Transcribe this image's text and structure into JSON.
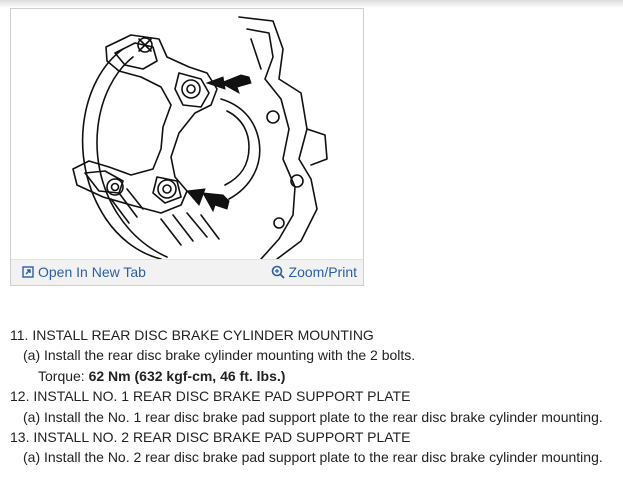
{
  "figure": {
    "open_tab_label": "Open In New Tab",
    "open_tab_icon": "open-in-new-tab-icon",
    "zoom_label": "Zoom/Print",
    "zoom_icon": "magnifier-icon",
    "link_color": "#2a5fa8"
  },
  "instructions": {
    "step11": {
      "title": "11. INSTALL REAR DISC BRAKE CYLINDER MOUNTING",
      "sub_a": "(a) Install the rear disc brake cylinder mounting with the 2 bolts.",
      "torque_label": "Torque: ",
      "torque_value": "62 Nm (632 kgf-cm, 46 ft. lbs.)"
    },
    "step12": {
      "title": "12. INSTALL NO. 1 REAR DISC BRAKE PAD SUPPORT PLATE",
      "sub_a": "(a) Install the No. 1 rear disc brake pad support plate to the rear disc brake cylinder mounting."
    },
    "step13": {
      "title": "13. INSTALL NO. 2 REAR DISC BRAKE PAD SUPPORT PLATE",
      "sub_a": "(a) Install the No. 2 rear disc brake pad support plate to the rear disc brake cylinder mounting."
    }
  }
}
